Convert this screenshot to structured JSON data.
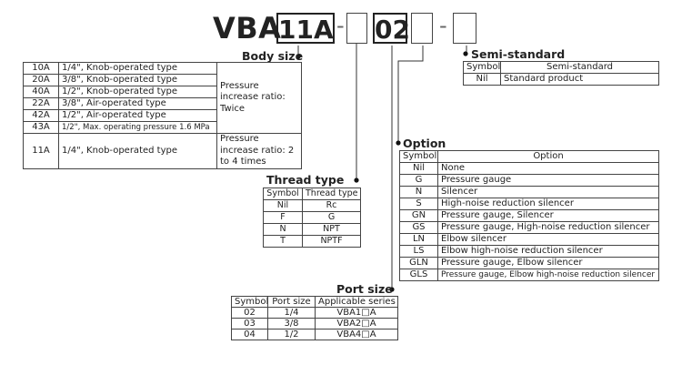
{
  "model": {
    "prefix": "VBA",
    "size_code": "11A",
    "port_code": "02",
    "dashes": [
      "-",
      "-"
    ]
  },
  "body_size": {
    "title": "Body size",
    "rows": [
      {
        "code": "10A",
        "description": "1/4\", Knob-operated type"
      },
      {
        "code": "20A",
        "description": "3/8\", Knob-operated type"
      },
      {
        "code": "40A",
        "description": "1/2\", Knob-operated type"
      },
      {
        "code": "22A",
        "description": "3/8\", Air-operated type"
      },
      {
        "code": "42A",
        "description": "1/2\", Air-operated type"
      },
      {
        "code": "43A",
        "description": "1/2\", Max. operating pressure 1.6 MPa"
      },
      {
        "code": "11A",
        "description": "1/4\", Knob-operated type"
      }
    ],
    "ratio_twice": "Pressure increase ratio: Twice",
    "ratio_2_4": "Pressure increase ratio: 2 to 4 times"
  },
  "thread_type": {
    "title": "Thread type",
    "headers": [
      "Symbol",
      "Thread type"
    ],
    "rows": [
      {
        "symbol": "Nil",
        "type": "Rc"
      },
      {
        "symbol": "F",
        "type": "G"
      },
      {
        "symbol": "N",
        "type": "NPT"
      },
      {
        "symbol": "T",
        "type": "NPTF"
      }
    ]
  },
  "port_size": {
    "title": "Port size",
    "headers": [
      "Symbol",
      "Port size",
      "Applicable series"
    ],
    "rows": [
      {
        "symbol": "02",
        "size": "1/4",
        "series": "VBA1□A"
      },
      {
        "symbol": "03",
        "size": "3/8",
        "series": "VBA2□A"
      },
      {
        "symbol": "04",
        "size": "1/2",
        "series": "VBA4□A"
      }
    ]
  },
  "semi_standard": {
    "title": "Semi-standard",
    "headers": [
      "Symbol",
      "Semi-standard"
    ],
    "rows": [
      {
        "symbol": "Nil",
        "description": "Standard product"
      }
    ]
  },
  "option": {
    "title": "Option",
    "headers": [
      "Symbol",
      "Option"
    ],
    "rows": [
      {
        "symbol": "Nil",
        "description": "None"
      },
      {
        "symbol": "G",
        "description": "Pressure gauge"
      },
      {
        "symbol": "N",
        "description": "Silencer"
      },
      {
        "symbol": "S",
        "description": "High-noise reduction silencer"
      },
      {
        "symbol": "GN",
        "description": "Pressure gauge, Silencer"
      },
      {
        "symbol": "GS",
        "description": "Pressure gauge, High-noise reduction silencer"
      },
      {
        "symbol": "LN",
        "description": "Elbow silencer"
      },
      {
        "symbol": "LS",
        "description": "Elbow high-noise reduction silencer"
      },
      {
        "symbol": "GLN",
        "description": "Pressure gauge, Elbow silencer"
      },
      {
        "symbol": "GLS",
        "description": "Pressure gauge, Elbow high-noise reduction silencer"
      }
    ]
  },
  "colors": {
    "line": "#333333",
    "text": "#222222"
  }
}
